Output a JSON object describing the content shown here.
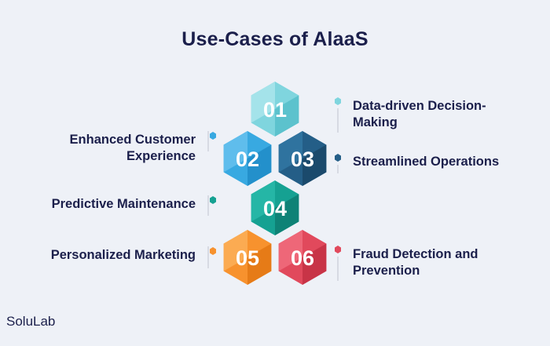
{
  "title": "Use-Cases of AlaaS",
  "brand": "SoluLab",
  "items": [
    {
      "number": "01",
      "label": "Data-driven Decision-Making",
      "color": "#7fd5de",
      "color_light": "#a4e3ea",
      "color_dark": "#5cc2cd",
      "side": "right"
    },
    {
      "number": "02",
      "label": "Enhanced Customer Experience",
      "color": "#38a9e1",
      "color_light": "#5fbdec",
      "color_dark": "#2390cb",
      "side": "left"
    },
    {
      "number": "03",
      "label": "Streamlined Operations",
      "color": "#245e87",
      "color_light": "#2f739f",
      "color_dark": "#1b4a6c",
      "side": "right"
    },
    {
      "number": "04",
      "label": "Predictive Maintenance",
      "color": "#15a192",
      "color_light": "#25b6a6",
      "color_dark": "#0e8276",
      "side": "left"
    },
    {
      "number": "05",
      "label": "Personalized Marketing",
      "color": "#f7922e",
      "color_light": "#fbab52",
      "color_dark": "#e67b17",
      "side": "left"
    },
    {
      "number": "06",
      "label": "Fraud Detection and Prevention",
      "color": "#e1495c",
      "color_light": "#ee6778",
      "color_dark": "#c83447",
      "side": "right"
    }
  ]
}
